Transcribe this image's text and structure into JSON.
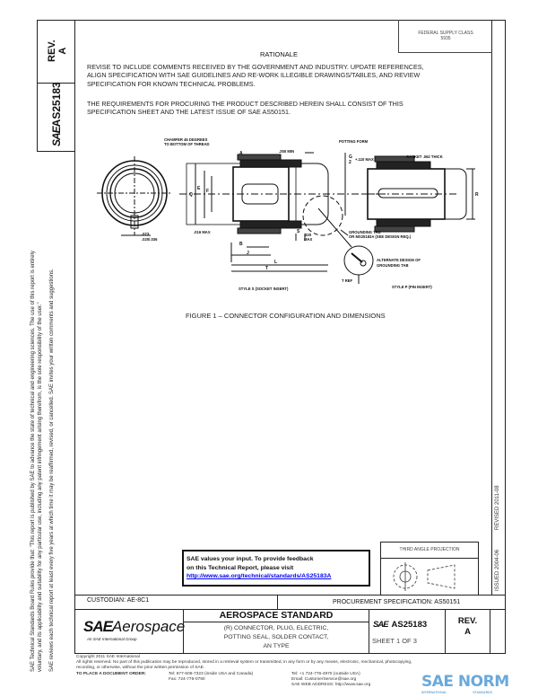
{
  "side_tab": {
    "rev_label": "REV.",
    "rev_value": "A",
    "doc_number": "AS25183",
    "sae_logo_text": "SAE"
  },
  "fsc": {
    "line1": "FEDERAL SUPPLY CLASS",
    "line2": "5935"
  },
  "rationale": {
    "heading": "RATIONALE",
    "para1": [
      "REVISE TO INCLUDE COMMENTS RECEIVED BY THE GOVERNMENT AND INDUSTRY. UPDATE REFERENCES,",
      "ALIGN SPECIFICATION WITH SAE GUIDELINES AND RE-WORK ILLEGIBLE DRAWINGS/TABLES, AND REVIEW",
      "SPECIFICATION FOR KNOWN TECHNICAL PROBLEMS."
    ],
    "para2": [
      "THE REQUIREMENTS FOR PROCURING THE PRODUCT DESCRIBED HEREIN SHALL CONSIST OF THIS",
      "SPECIFICATION SHEET AND THE LATEST ISSUE OF SAE AS50151."
    ]
  },
  "figure": {
    "caption": "FIGURE 1 – CONNECTOR CONFIGURATION AND DIMENSIONS",
    "labels": {
      "chamfer1": "CHAMFER 45 DEGREES",
      "chamfer2": "TO BOTTOM OF THREAD",
      "potting_form": "POTTING FORM",
      "min250": ".250 MIN",
      "a": "A",
      "g_num": "G",
      "g_den": "2",
      "g_max": "+.110 MAX",
      "gasket": "GASKET .062 THICK",
      "q": "Q",
      "e": "E",
      "f": "F",
      "r": "R",
      "max016": ".016 MAX",
      "d073": ".073",
      "d020": ".020/.036",
      "b": "B",
      "j": "J",
      "s": "S",
      "l": "L",
      "t": "T",
      "max320a": ".320",
      "max320b": "MAX",
      "grounding1": "GROUNDING TAB",
      "grounding2": "OR MS25183A (SEE DESIGN REQ.)",
      "alt1": "ALTERNATE DESIGN OF",
      "alt2": "GROUNDING TAB",
      "tref": "T REF",
      "style_s": "STYLE S (SOCKET INSERT)",
      "style_p": "STYLE P (PIN INSERT)"
    }
  },
  "left_margin": {
    "line1": "SAE Technical Standards Board Rules provide that: \"This report is published by SAE to advance the state of technical and engineering sciences. The use of this report is entirely",
    "line2": "voluntary, and its applicability and suitability for any particular use, including any patent infringement arising therefrom, is the sole responsibility of the user.\"",
    "line3": "SAE reviews each technical report at least every five years at which time it may be reaffirmed, revised, or cancelled. SAE invites your written comments and suggestions."
  },
  "right_margin": {
    "issued": "ISSUED 2004-06",
    "revised": "REVISED 2011-08"
  },
  "feedback": {
    "line1": "SAE values your input. To provide feedback",
    "line2": "on this Technical Report, please visit",
    "link": "http://www.sae.org/technical/standards/AS25183A",
    "link_color": "#0000ee"
  },
  "projection": {
    "label": "THIRD ANGLE PROJECTION"
  },
  "custodian": "CUSTODIAN: AE-8C1",
  "procurement": "PROCUREMENT SPECIFICATION: AS50151",
  "title_block": {
    "logo_sae": "SAE",
    "logo_aero": "Aerospace",
    "logo_sub": "An SAE International Group",
    "standard": "AEROSPACE STANDARD",
    "title_lines": [
      "(R) CONNECTOR, PLUG, ELECTRIC,",
      "POTTING SEAL, SOLDER CONTACT,",
      "AN TYPE"
    ],
    "doc_sae": "SAE",
    "doc_number": "AS25183",
    "sheet": "SHEET 1 OF 3",
    "rev_label": "REV.",
    "rev_value": "A"
  },
  "footer": {
    "copyright": "Copyright 2011 SAE International",
    "rights1": "All rights reserved. No part of this publication may be reproduced, stored in a retrieval system or transmitted, in any form or by any means, electronic, mechanical, photocopying,",
    "rights2": "recording, or otherwise, without the prior written permission of SAE.",
    "order_label": "TO PLACE A DOCUMENT ORDER:",
    "tel_us": "Tel: 877-606-7323 (inside USA and Canada)",
    "tel_intl": "Tel: +1 724-776-4970 (outside USA)",
    "fax": "Fax: 724-776-0790",
    "email": "Email: CustomerService@sae.org",
    "web": "SAE WEB ADDRESS: http://www.sae.org"
  },
  "watermark": {
    "text": "SAE NORM",
    "sub1": "INTERNATIONAL",
    "sub2": "STANDARDS",
    "color": "#5aa0d8"
  }
}
